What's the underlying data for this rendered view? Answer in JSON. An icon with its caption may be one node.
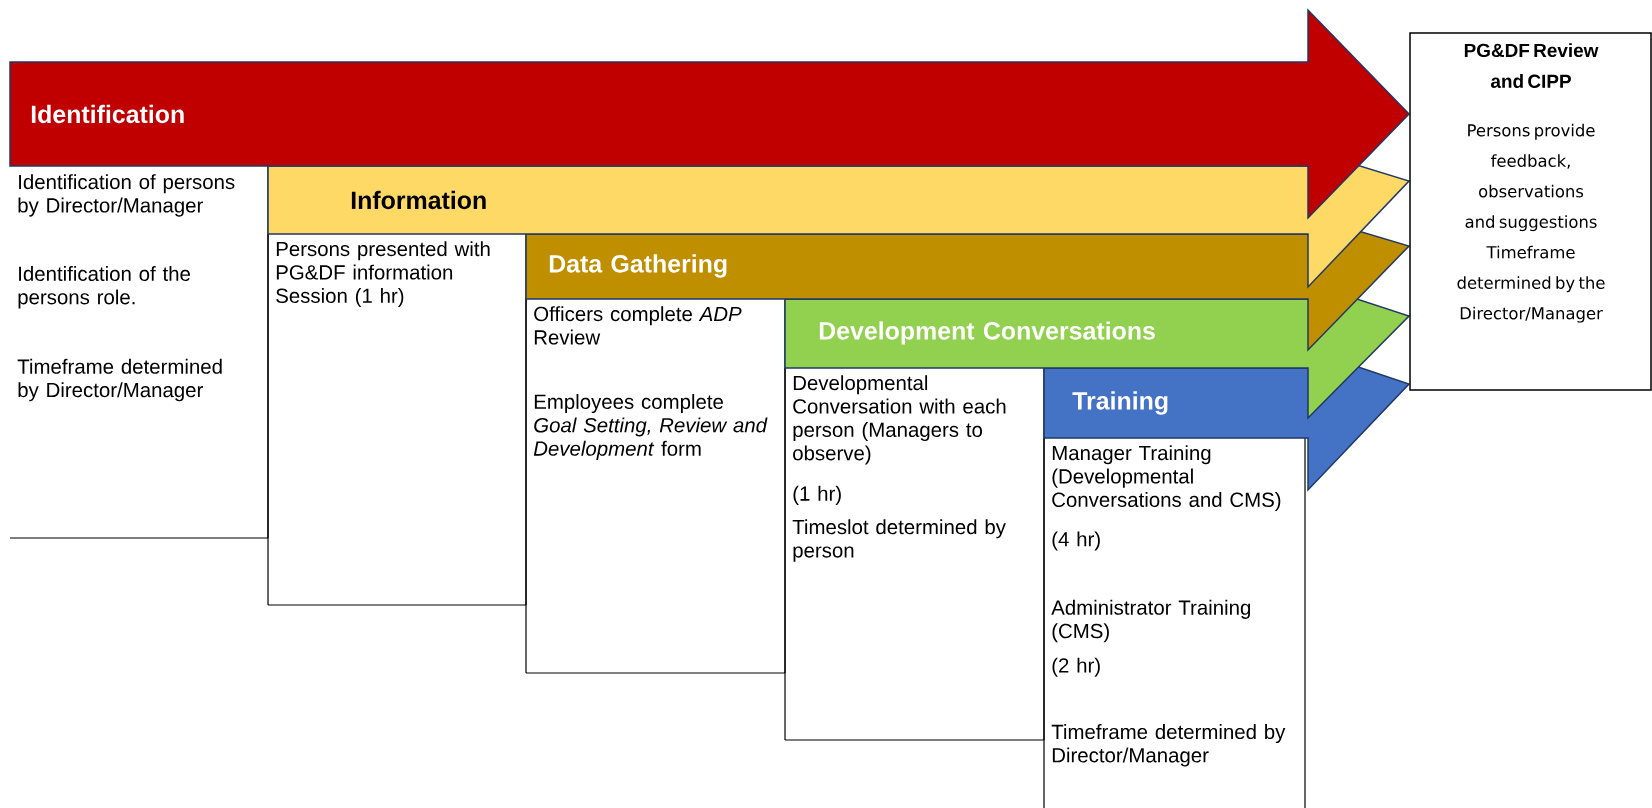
{
  "diagram": {
    "nodes": [
      {
        "text": [
          "Identification"
        ]
      },
      {
        "text": [
          "Identification of persons by Director/Manager",
          "Identification of the persons role.",
          "Timeframe determined by Director/Manager"
        ]
      },
      {
        "text": [
          "Information"
        ]
      },
      {
        "text": [
          "Persons presented with PG&DF information Session (1 hr)"
        ]
      },
      {
        "text": [
          "Data Gathering"
        ]
      },
      {
        "text": [
          "Officers complete *ADP* Review",
          "Employees complete *Goal Setting, Review and Development* form"
        ]
      },
      {
        "text": [
          "Development Conversations"
        ]
      },
      {
        "text": [
          "Developmental Conversation with each person (Managers to observe)",
          "(1 hr)",
          "Timeslot determined by person"
        ]
      },
      {
        "text": [
          "Training"
        ]
      },
      {
        "text": [
          "Manager Training (Developmental Conversations and CMS)",
          "(4 hr)",
          "Administrator Training (CMS)",
          "(2 hr)",
          "Timeframe determined by Director/Manager"
        ]
      },
      {
        "text": [
          "PG&DF Review and CIPP",
          "Persons provide feedback, observations and suggestions",
          "Timeframe determined by the Director/Manager"
        ]
      }
    ]
  }
}
